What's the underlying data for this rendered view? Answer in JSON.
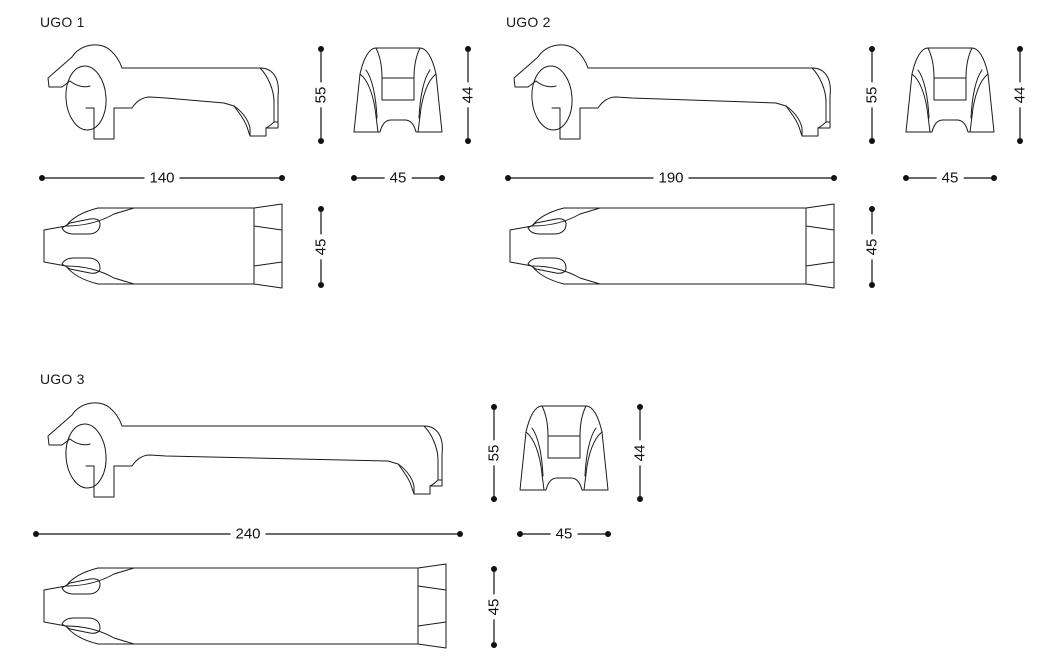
{
  "sheet": {
    "background_color": "#ffffff",
    "line_color": "#1a1a1a",
    "text_color": "#111111"
  },
  "models": [
    {
      "label": "UGO 1",
      "side_view": {
        "length_label": "140",
        "height_label": "55"
      },
      "front_view": {
        "width_label": "45",
        "height_label": "44"
      },
      "top_view": {
        "depth_label": "45"
      }
    },
    {
      "label": "UGO 2",
      "side_view": {
        "length_label": "190",
        "height_label": "55"
      },
      "front_view": {
        "width_label": "45",
        "height_label": "44"
      },
      "top_view": {
        "depth_label": "45"
      }
    },
    {
      "label": "UGO 3",
      "side_view": {
        "length_label": "240",
        "height_label": "55"
      },
      "front_view": {
        "width_label": "45",
        "height_label": "44"
      },
      "top_view": {
        "depth_label": "45"
      }
    }
  ]
}
